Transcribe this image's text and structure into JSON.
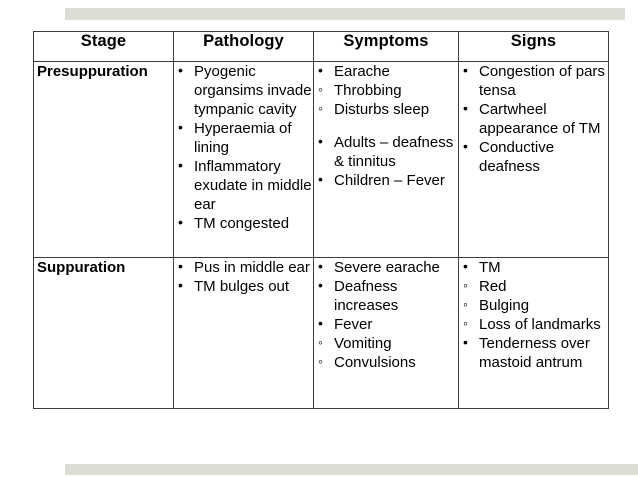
{
  "slide": {
    "decor": {
      "top_bar_color": "#dcddd3",
      "bottom_bar_color": "#dcddd3"
    }
  },
  "table": {
    "headers": [
      "Stage",
      "Pathology",
      "Symptoms",
      "Signs"
    ],
    "rows": [
      {
        "stage": "Presuppuration",
        "pathology": [
          {
            "marker": "disc",
            "text": "Pyogenic organsims invade tympanic cavity"
          },
          {
            "marker": "disc",
            "text": "Hyperaemia of lining"
          },
          {
            "marker": "disc",
            "text": "Inflammatory exudate in middle ear"
          },
          {
            "marker": "disc",
            "text": "TM congested"
          }
        ],
        "symptoms": [
          {
            "marker": "disc",
            "text": "Earache"
          },
          {
            "marker": "circle",
            "text": "Throbbing"
          },
          {
            "marker": "circle",
            "text": "Disturbs sleep"
          },
          {
            "marker": "spacer",
            "text": ""
          },
          {
            "marker": "disc",
            "text": "Adults – deafness & tinnitus"
          },
          {
            "marker": "disc",
            "text": "Children – Fever"
          }
        ],
        "signs": [
          {
            "marker": "disc",
            "text": "Congestion of pars tensa"
          },
          {
            "marker": "disc",
            "text": "Cartwheel appearance of TM"
          },
          {
            "marker": "disc",
            "text": "Conductive deafness"
          }
        ]
      },
      {
        "stage": "Suppuration",
        "pathology": [
          {
            "marker": "disc",
            "text": "Pus in middle ear"
          },
          {
            "marker": "disc",
            "text": "TM bulges out"
          }
        ],
        "symptoms": [
          {
            "marker": "disc",
            "text": "Severe earache"
          },
          {
            "marker": "disc",
            "text": "Deafness increases"
          },
          {
            "marker": "disc",
            "text": "Fever"
          },
          {
            "marker": "circle",
            "text": "Vomiting"
          },
          {
            "marker": "circle",
            "text": "Convulsions"
          }
        ],
        "signs": [
          {
            "marker": "disc",
            "text": "TM"
          },
          {
            "marker": "circle",
            "text": "Red"
          },
          {
            "marker": "circle",
            "text": "Bulging"
          },
          {
            "marker": "circle",
            "text": "Loss of landmarks"
          },
          {
            "marker": "disc",
            "text": "Tenderness over mastoid antrum"
          }
        ]
      }
    ]
  }
}
